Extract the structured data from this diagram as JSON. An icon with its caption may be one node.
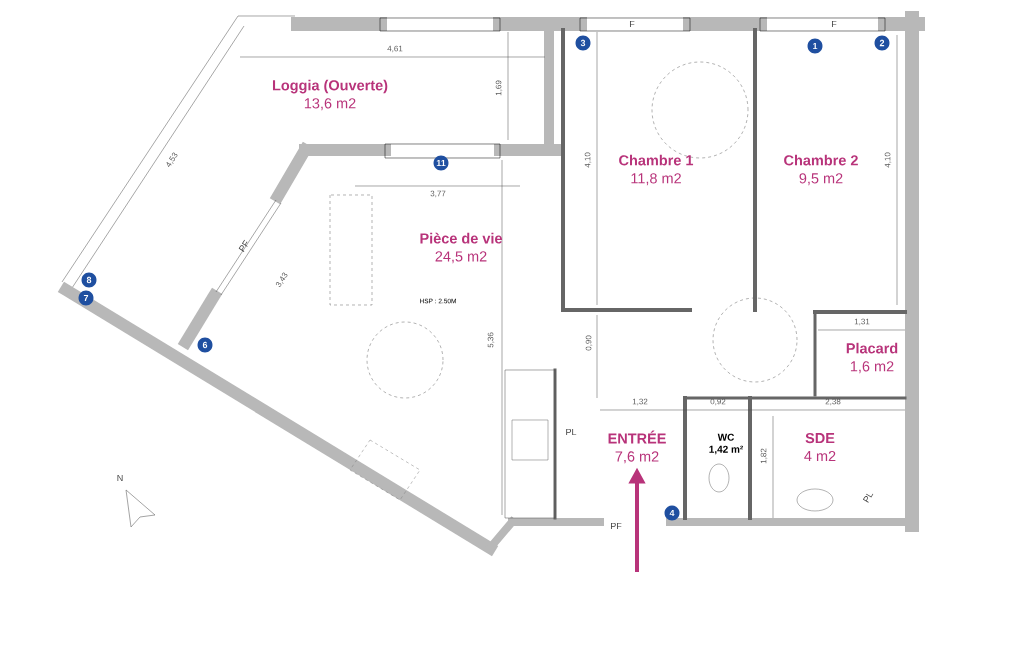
{
  "diagram": {
    "nodes": [
      {
        "text": [
          "Loggia (Ouverte)",
          "13,6 m2"
        ]
      },
      {
        "text": [
          "Pièce de vie",
          "24,5 m2"
        ]
      },
      {
        "text": [
          "Chambre 1",
          "11,8 m2"
        ]
      },
      {
        "text": [
          "Chambre 2",
          "9,5 m2"
        ]
      },
      {
        "text": [
          "Placard",
          "1,6 m2"
        ]
      },
      {
        "text": [
          "ENTRÉE",
          "7,6 m2"
        ]
      },
      {
        "text": [
          "WC",
          "1,42 m²"
        ]
      },
      {
        "text": [
          "SDE",
          "4 m2"
        ]
      }
    ],
    "edges": [
      {
        "from": null,
        "to": 5,
        "arrow": "to"
      }
    ],
    "labels": [
      "F",
      "F",
      "3",
      "1",
      "2",
      "4,61",
      "1,69",
      "4,53",
      "11",
      "4,10",
      "4,10",
      "3,77",
      "PF",
      "3,43",
      "8",
      "7",
      "HSP : 2.50M",
      "1,31",
      "5,36",
      "0,90",
      "6",
      "1,32",
      "0,92",
      "2,38",
      "PL",
      "1,82",
      "N",
      "PL",
      "4",
      "PF"
    ]
  }
}
